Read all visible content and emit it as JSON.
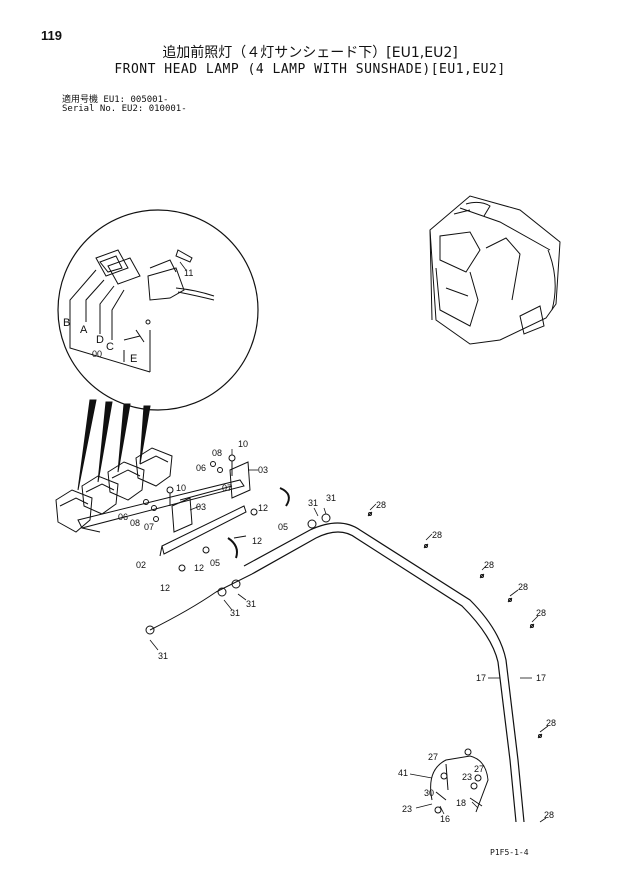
{
  "page_number": "119",
  "title_ja": "追加前照灯（４灯サンシェード下）[EU1,EU2]",
  "title_en": "FRONT HEAD LAMP (4 LAMP WITH SUNSHADE)[EU1,EU2]",
  "serial_ja": "適用号機  EU1: 005001-",
  "serial_en": "Serial No. EU2: 010001-",
  "drawing_code": "P1F5-1-4",
  "callouts": {
    "c11": "11",
    "cB": "B",
    "cA": "A",
    "cD": "D",
    "cC": "C",
    "c00": "00",
    "cE": "E",
    "c10a": "10",
    "c08a": "08",
    "c06a": "06",
    "c07a": "07",
    "c03a": "03",
    "c10b": "10",
    "c03b": "03",
    "c06b": "06",
    "c08b": "08",
    "c07b": "07",
    "c12a": "12",
    "c05a": "05",
    "c12b": "12",
    "c05b": "05",
    "c02": "02",
    "c12c": "12",
    "c12d": "12",
    "c31a": "31",
    "c31b": "31",
    "c31c": "31",
    "c31d": "31",
    "c31e": "31",
    "c28a": "28",
    "c28b": "28",
    "c28c": "28",
    "c28d": "28",
    "c28e": "28",
    "c28f": "28",
    "c28g": "28",
    "c17a": "17",
    "c17b": "17",
    "c27a": "27",
    "c27b": "27",
    "c41": "41",
    "c23a": "23",
    "c23b": "23",
    "c30": "30",
    "c18": "18",
    "c16": "16"
  }
}
